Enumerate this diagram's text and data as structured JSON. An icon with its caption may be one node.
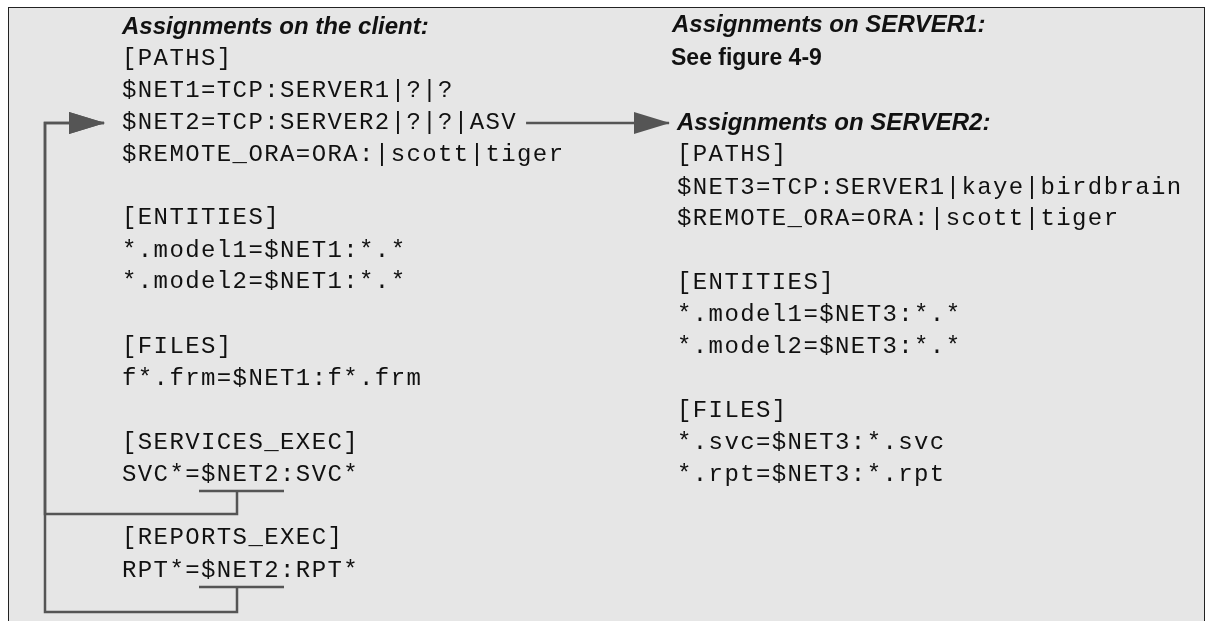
{
  "diagram": {
    "nodes": [
      {
        "text": [
          "$NET2=TCP:SERVER2|?|?|ASV"
        ]
      },
      {
        "text": [
          "Assignments on SERVER2:"
        ]
      },
      {
        "text": [
          "SVC*=$NET2:SVC*"
        ]
      },
      {
        "text": [
          "RPT*=$NET2:RPT*"
        ]
      }
    ],
    "edges": [
      {
        "from": 2,
        "to": 0,
        "arrow": "to"
      },
      {
        "from": 3,
        "to": 0,
        "arrow": "to"
      },
      {
        "from": 0,
        "to": 1,
        "arrow": "to"
      }
    ],
    "labels": [
      "Assignments on the client:",
      "[PATHS]",
      "$NET1=TCP:SERVER1|?|?",
      "$REMOTE_ORA=ORA:|scott|tiger",
      "[ENTITIES]",
      "*.model1=$NET1:*.*",
      "*.model2=$NET1:*.*",
      "[FILES]",
      "f*.frm=$NET1:f*.frm",
      "[SERVICES_EXEC]",
      "[REPORTS_EXEC]",
      "Assignments on SERVER1:",
      "See figure 4-9",
      "[PATHS]",
      "$NET3=TCP:SERVER1|kaye|birdbrain",
      "$REMOTE_ORA=ORA:|scott|tiger",
      "[ENTITIES]",
      "*.model1=$NET3:*.*",
      "*.model2=$NET3:*.*",
      "[FILES]",
      "*.svc=$NET3:*.svc",
      "*.rpt=$NET3:*.rpt"
    ]
  }
}
